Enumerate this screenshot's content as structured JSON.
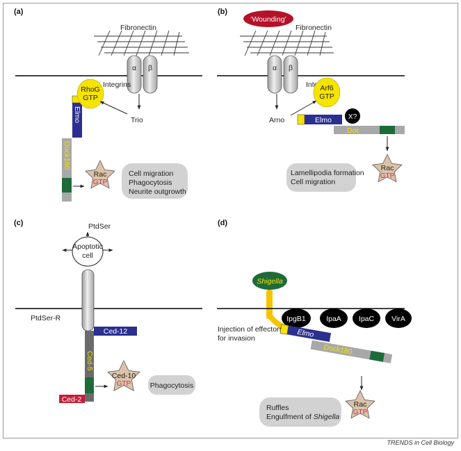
{
  "panels": {
    "a": {
      "tag": "(a)",
      "fibronectin": "Fibronectin",
      "alpha": "α",
      "beta": "β",
      "integrins": "Integrins",
      "rhog": "RhoG",
      "rhog_gtp": "GTP",
      "elmo": "Elmo",
      "trio": "Trio",
      "dock": "Dock180",
      "rac": "Rac",
      "rac_gtp": "GTP",
      "outcomes": [
        "Cell migration",
        "Phagocytosis",
        "Neurite outgrowth"
      ]
    },
    "b": {
      "tag": "(b)",
      "wounding": "‘Wounding’",
      "fibronectin": "Fibronectin",
      "alpha": "α",
      "beta": "β",
      "integrins": "Integrins",
      "arf6": "Arf6",
      "arf6_gtp": "GTP",
      "x": "X?",
      "arno": "Arno",
      "elmo": "Elmo",
      "dock": "Dock180",
      "rac": "Rac",
      "rac_gtp": "GTP",
      "outcomes": [
        "Lamellipodia formation",
        "Cell migration"
      ]
    },
    "c": {
      "tag": "(c)",
      "ptdser": "PtdSer",
      "apoptotic": [
        "Apoptotic",
        "cell"
      ],
      "receptor": "PtdSer-R",
      "ced12": "Ced-12",
      "ced5": "Ced-5",
      "ced10": "Ced-10",
      "ced10_gtp": "GTP",
      "ced2": "Ced-2",
      "outcome": "Phagocytosis"
    },
    "d": {
      "tag": "(d)",
      "shigella": "Shigella",
      "effectors": [
        "IpgB1",
        "IpaA",
        "IpaC",
        "VirA"
      ],
      "injection": [
        "Injection of effectors",
        "for invasion"
      ],
      "elmo": "Elmo",
      "dock": "Dock180",
      "rac": "Rac",
      "rac_gtp": "GTP",
      "outcome_1": "Ruffles",
      "outcome_2_prefix": "Engulfment of ",
      "outcome_2_italic": "Shigella"
    }
  },
  "footer": "TRENDS in Cell Biology",
  "colors": {
    "elmo": "#2b2f8f",
    "yellow": "#f5e300",
    "dock": "#a8a8a8",
    "green": "#1e6b3a",
    "rac_star": "#dcc3a8",
    "bubble": "#d2d2d2",
    "wounding": "#b5122a",
    "shigella": "#1e6b3a",
    "ced2": "#c41e3a"
  }
}
